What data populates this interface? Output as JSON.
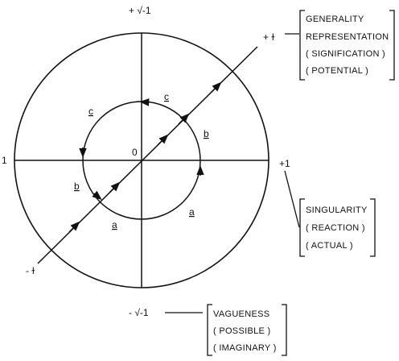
{
  "axes": {
    "top": "+ √-1",
    "bottom": "- √-1",
    "left": "1",
    "right": "+1",
    "diag_top": "+ ɫ",
    "diag_bottom": "- ɫ",
    "origin": "0"
  },
  "arc_labels": {
    "c_top": "c",
    "c_left": "c",
    "b_right": "b",
    "b_left": "b",
    "a_bottom": "a",
    "a_right": "a"
  },
  "boxes": {
    "generality": [
      "GENERALITY",
      "REPRESENTATION",
      "( SIGNIFICATION )",
      "( POTENTIAL )"
    ],
    "singularity": [
      "SINGULARITY",
      "( REACTION )",
      "( ACTUAL )"
    ],
    "vagueness": [
      "VAGUENESS",
      "( POSSIBLE )",
      "( IMAGINARY )"
    ]
  }
}
